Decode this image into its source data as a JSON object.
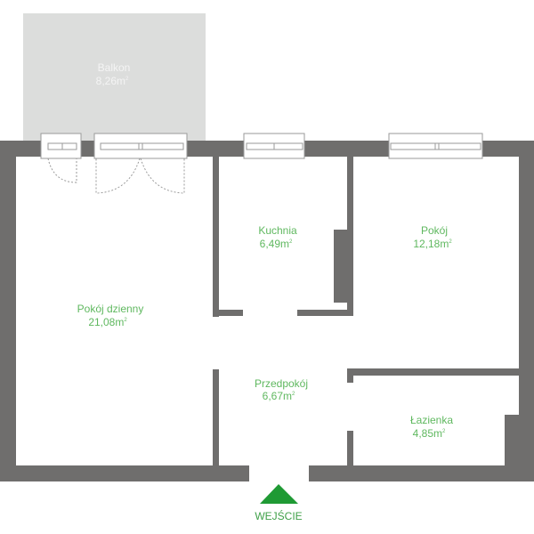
{
  "rooms": [
    {
      "name": "Balkon",
      "area": "8,26m",
      "unit_sup": "2"
    },
    {
      "name": "Pokój dzienny",
      "area": "21,08m",
      "unit_sup": "2"
    },
    {
      "name": "Kuchnia",
      "area": "6,49m",
      "unit_sup": "2"
    },
    {
      "name": "Pokój",
      "area": "12,18m",
      "unit_sup": "2"
    },
    {
      "name": "Przedpokój",
      "area": "6,67m",
      "unit_sup": "2"
    },
    {
      "name": "Łazienka",
      "area": "4,85m",
      "unit_sup": "2"
    }
  ],
  "entrance": {
    "label": "WEJŚCIE"
  },
  "colors": {
    "wall": "#6f6e6d",
    "balcony": "#dcdddc",
    "label": "#5fb85f",
    "entrance": "#1f9a34"
  }
}
